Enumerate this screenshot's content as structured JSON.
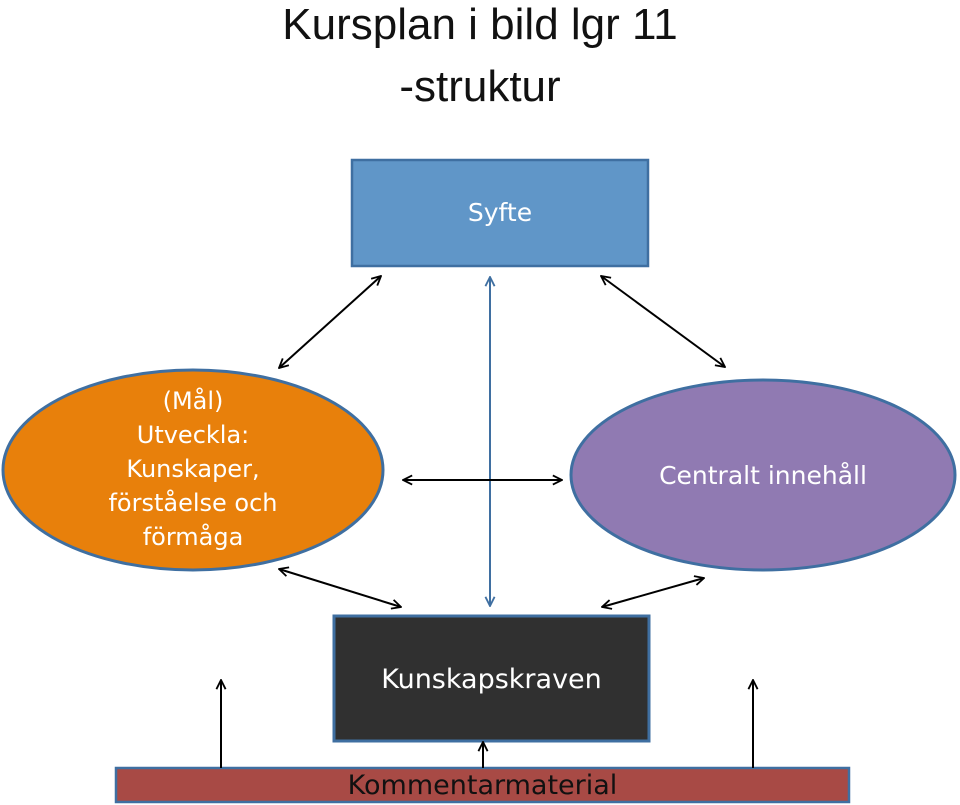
{
  "title": {
    "line1": "Kursplan i bild lgr 11",
    "line2": "-struktur"
  },
  "nodes": {
    "syfte": {
      "label": "Syfte",
      "color": "#6096C8",
      "border": "#3F6FA1",
      "text_color": "#FFFFFF"
    },
    "mal": {
      "lines": [
        "(Mål)",
        "Utveckla:",
        "Kunskaper,",
        "förståelse och",
        "förmåga"
      ],
      "color": "#E8800B",
      "border": "#3F6FA1",
      "text_color": "#FFFFFF"
    },
    "centralt": {
      "label": "Centralt innehåll",
      "color": "#907AB2",
      "border": "#3F6FA1",
      "text_color": "#FFFFFF"
    },
    "kunskapskraven": {
      "label": "Kunskapskraven",
      "color": "#303030",
      "border": "#3F6FA1",
      "text_color": "#FFFFFF"
    },
    "kommentar": {
      "label": "Kommentarmaterial",
      "color": "#A84A45",
      "border": "#3F6FA1",
      "text_color": "#111111"
    }
  },
  "edges": [
    {
      "from": "syfte",
      "to": "mal",
      "direction": "both"
    },
    {
      "from": "syfte",
      "to": "centralt",
      "direction": "both"
    },
    {
      "from": "syfte",
      "to": "kunskapskraven",
      "direction": "both"
    },
    {
      "from": "mal",
      "to": "centralt",
      "direction": "both"
    },
    {
      "from": "mal",
      "to": "kunskapskraven",
      "direction": "both"
    },
    {
      "from": "centralt",
      "to": "kunskapskraven",
      "direction": "both"
    },
    {
      "from": "kommentar",
      "to": "kunskapskraven",
      "direction": "forward"
    },
    {
      "from": "kommentar",
      "to": "mal",
      "direction": "forward"
    },
    {
      "from": "kommentar",
      "to": "centralt",
      "direction": "forward"
    }
  ]
}
